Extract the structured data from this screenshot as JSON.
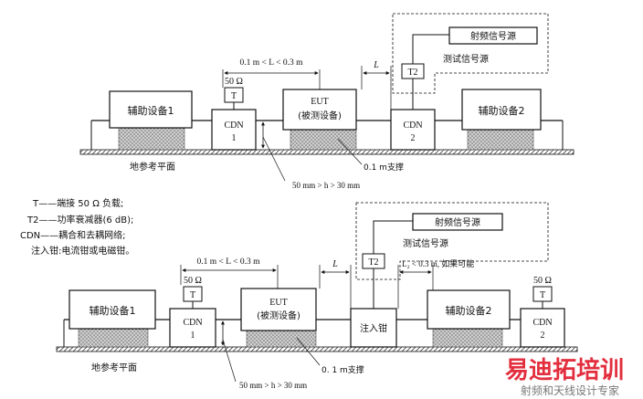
{
  "top": {
    "aux1": "辅助设备1",
    "aux2": "辅助设备2",
    "cdn1_line1": "CDN",
    "cdn1_line2": "1",
    "cdn2_line1": "CDN",
    "cdn2_line2": "2",
    "eut_line1": "EUT",
    "eut_line2": "(被测设备)",
    "load_ohm": "50 Ω",
    "load_t": "T",
    "t2": "T2",
    "rf_source": "射频信号源",
    "test_source": "测试信号源",
    "range_label": "0.1 m < L < 0.3 m",
    "L": "L",
    "ground_plane": "地参考平面",
    "support": "0.1 m支撑",
    "height_label": "50 mm > h > 30 mm"
  },
  "legend": [
    "T——端接 50 Ω 负载;",
    "T2——功率衰减器(6 dB);",
    "CDN——耦合和去耦网络;",
    "注入钳:电流钳或电磁钳。"
  ],
  "bottom": {
    "aux1": "辅助设备1",
    "aux2": "辅助设备2",
    "cdn1_line1": "CDN",
    "cdn1_line2": "1",
    "cdn2_line1": "CDN",
    "cdn2_line2": "2",
    "eut_line1": "EUT",
    "eut_line2": "(被测设备)",
    "load_ohm_left": "50 Ω",
    "load_ohm_right": "50 Ω",
    "load_t": "T",
    "t2": "T2",
    "rf_source": "射频信号源",
    "test_source": "测试信号源",
    "range_label": "0.1 m < L < 0.3 m",
    "L": "L",
    "l2_label": "L₂ < 0.3 m, 如果可能",
    "injection_clamp": "注入钳",
    "ground_plane": "地参考平面",
    "support": "0. 1 m支撑",
    "height_label": "50 mm > h > 30 mm"
  },
  "watermark": {
    "logo": "易迪拓培训",
    "subtitle": "射频和天线设计专家"
  },
  "colors": {
    "line": "#111111",
    "support_fill": "#bdbdbd",
    "ground_fill": "#888888",
    "watermark_red": "#e0182a",
    "watermark_gray": "#777777"
  }
}
